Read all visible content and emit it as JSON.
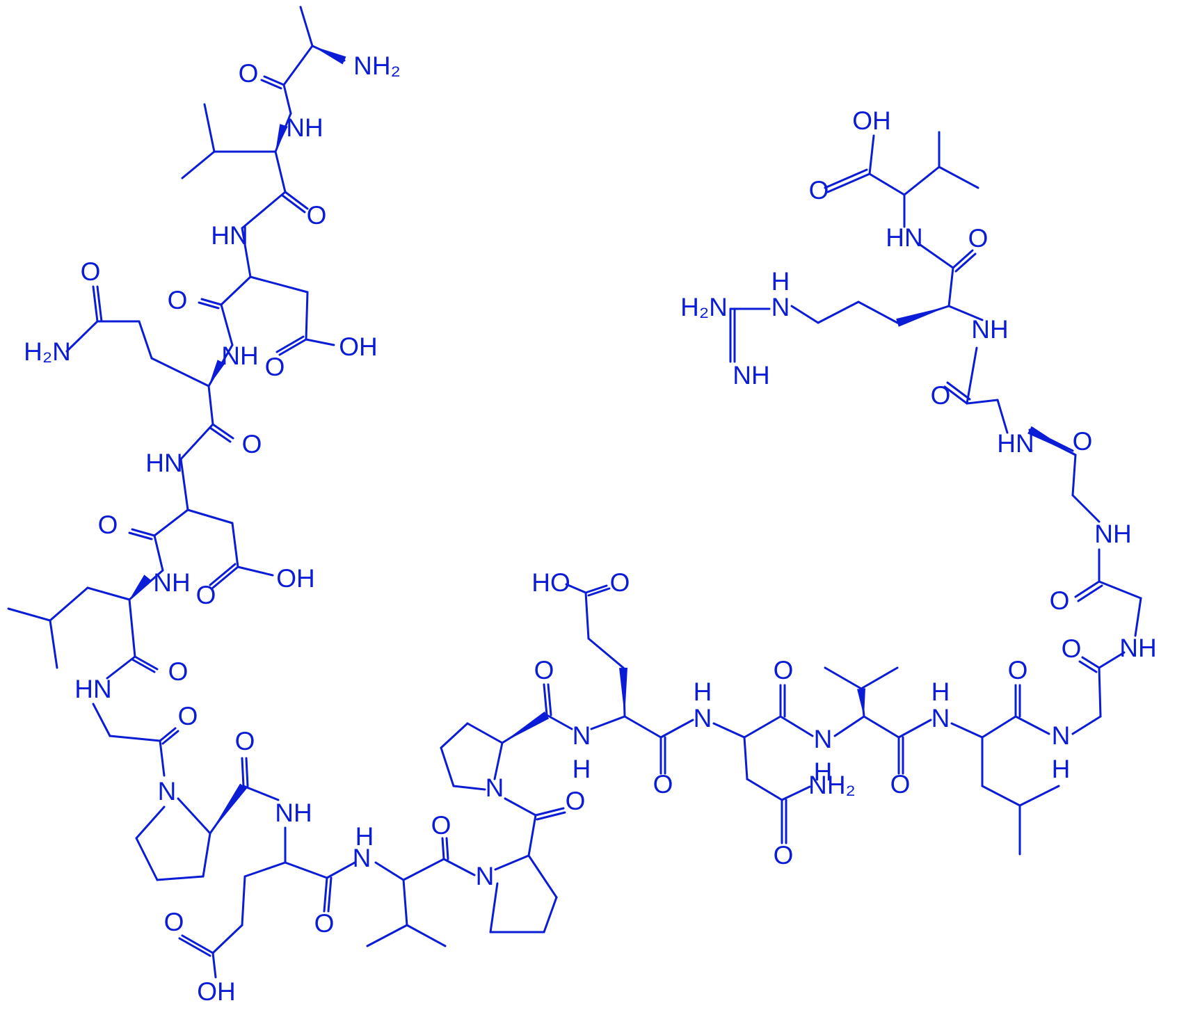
{
  "colors": {
    "ink": "#0a1cd6",
    "background": "#ffffff"
  },
  "diagram": {
    "type": "chemical-structure",
    "labels": {
      "o": "O",
      "nh2": "NH₂",
      "h2n": "H₂N",
      "nh": "NH",
      "hn": "HN",
      "oh": "OH",
      "ho": "HO",
      "n": "N",
      "h": "H"
    }
  }
}
